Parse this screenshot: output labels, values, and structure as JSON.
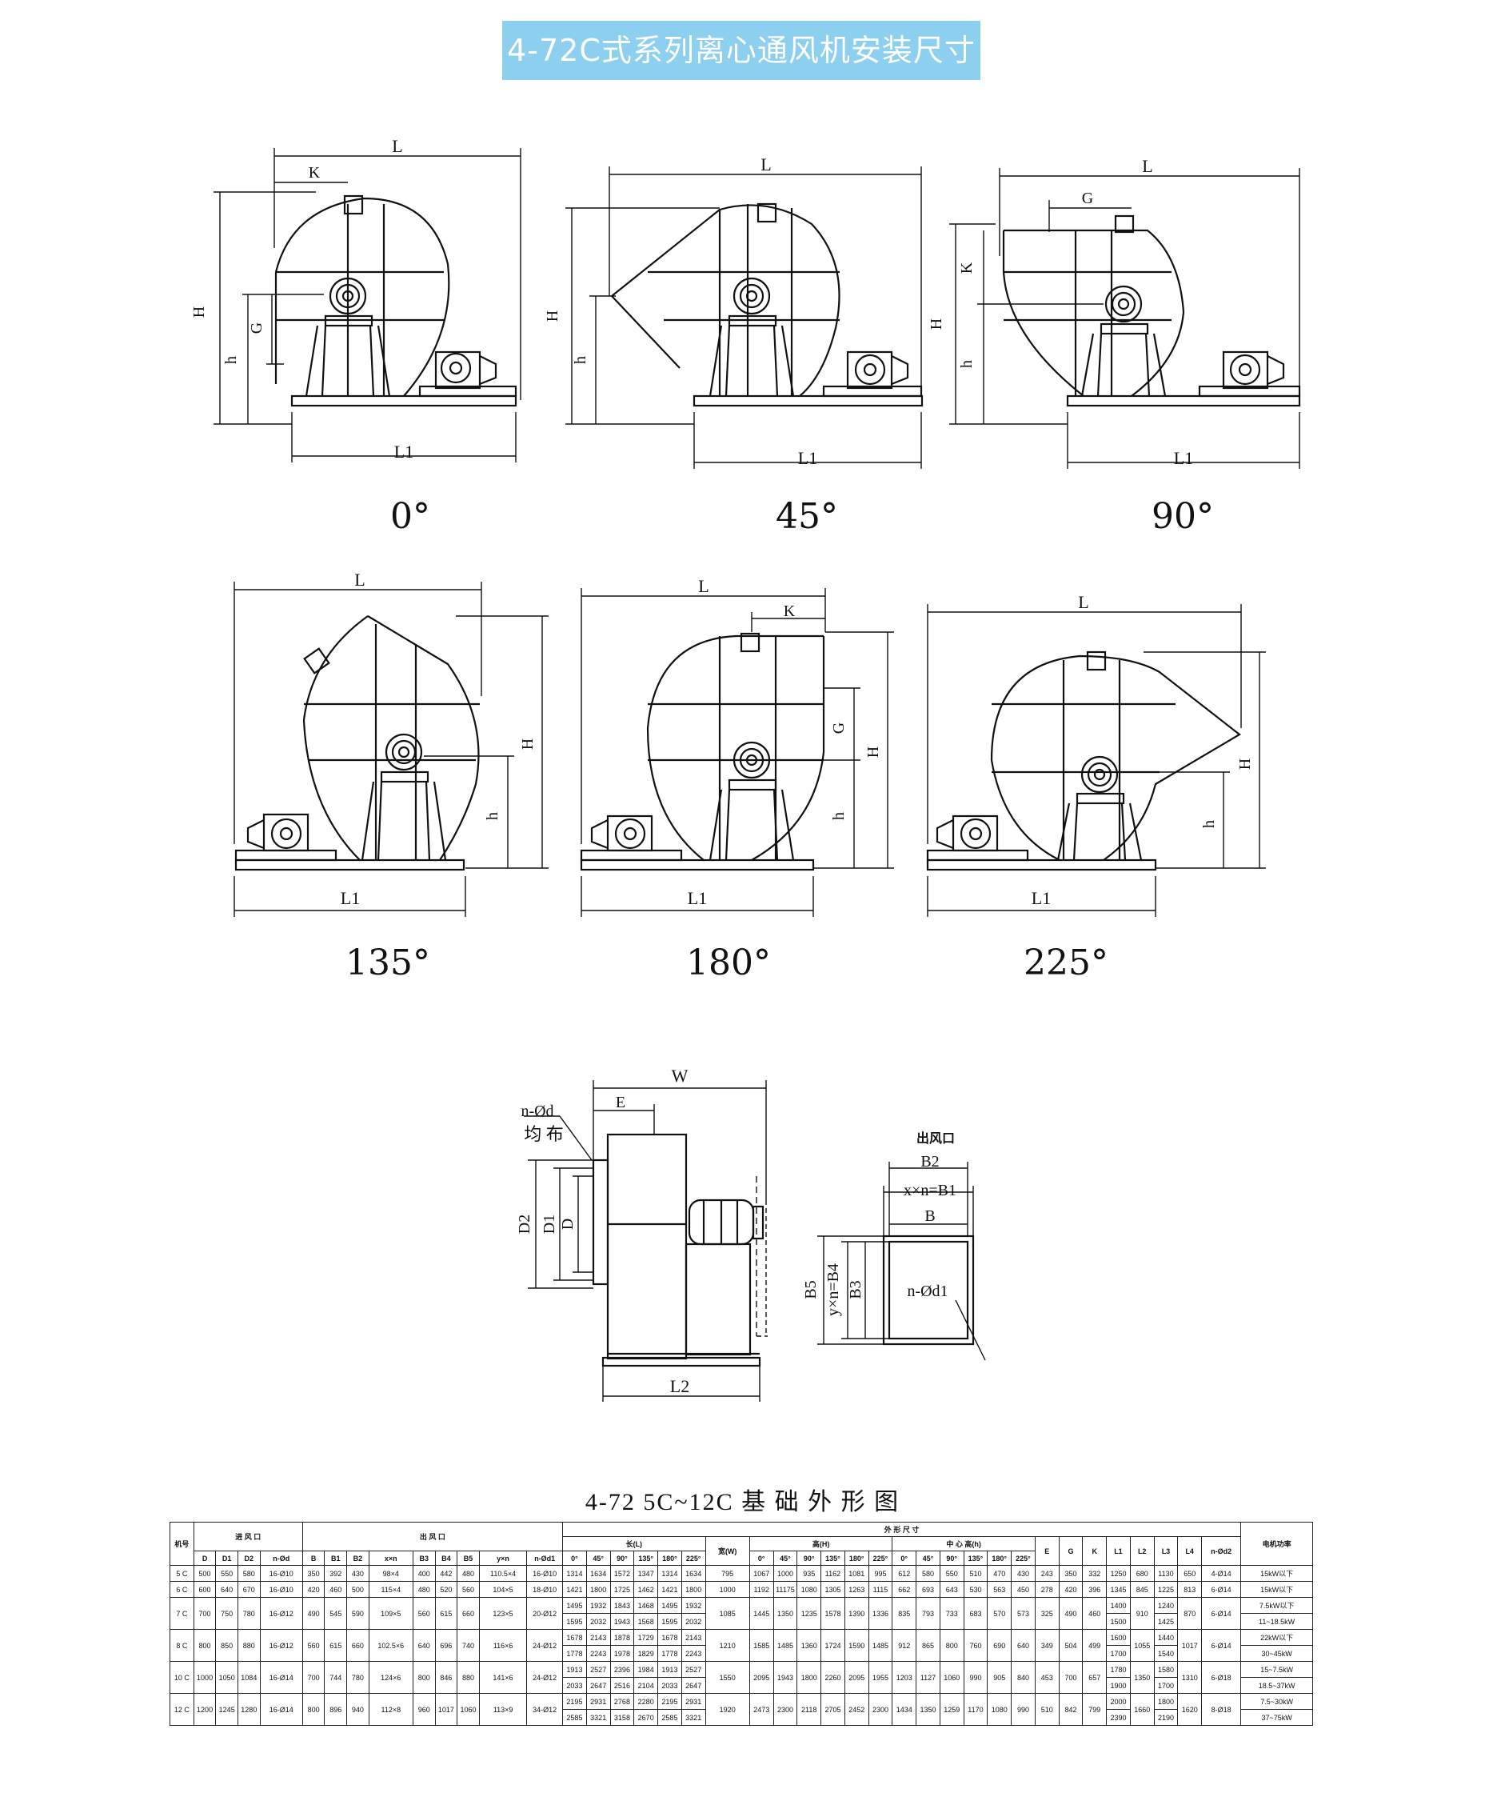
{
  "title": "4-72C式系列离心通风机安装尺寸图标",
  "drawing_labels": {
    "L": "L",
    "L1": "L1",
    "H": "H",
    "h": "h",
    "G": "G",
    "K": "K",
    "W": "W",
    "E": "E",
    "L2": "L2",
    "D": "D",
    "D1": "D1",
    "D2": "D2",
    "nd": "n-Ød",
    "uniform": "均 布",
    "outlet": "出风口",
    "B": "B",
    "B2": "B2",
    "xnB1": "x×n=B1",
    "B3": "B3",
    "B5": "B5",
    "ynB4": "y×n=B4",
    "nd1": "n-Ød1"
  },
  "angles": [
    "0°",
    "45°",
    "90°",
    "135°",
    "180°",
    "225°"
  ],
  "table_title": "4-72  5C~12C 基 础 外 形 图",
  "table": {
    "h_machine": "机号",
    "h_inlet": "进 风 口",
    "h_outlet": "出  风  口",
    "h_outline": "外  形  尺  寸",
    "h_length": "长(L)",
    "h_width": "宽(W)",
    "h_height": "高(H)",
    "h_center": "中 心 高(h)",
    "h_motor": "电机功率",
    "inlet_cols": [
      "D",
      "D1",
      "D2",
      "n-Ød"
    ],
    "outlet_cols": [
      "B",
      "B1",
      "B2",
      "x×n",
      "B3",
      "B4",
      "B5",
      "y×n",
      "n-Ød1"
    ],
    "angle_cols": [
      "0°",
      "45°",
      "90°",
      "135°",
      "180°",
      "225°"
    ],
    "tail_cols": [
      "E",
      "G",
      "K",
      "L1",
      "L2",
      "L3",
      "L4",
      "n-Ød2"
    ],
    "rows": [
      {
        "no": "5 C",
        "inlet": [
          "500",
          "550",
          "580",
          "16-Ø10"
        ],
        "outlet": [
          "350",
          "392",
          "430",
          "98×4",
          "400",
          "442",
          "480",
          "110.5×4",
          "16-Ø10"
        ],
        "length": [
          [
            "1314",
            "1634",
            "1572",
            "1347",
            "1314",
            "1634"
          ]
        ],
        "width": "795",
        "height": [
          "1067",
          "1000",
          "935",
          "1162",
          "1081",
          "995"
        ],
        "center": [
          "612",
          "580",
          "550",
          "510",
          "470",
          "430"
        ],
        "tail": [
          "243",
          "350",
          "332",
          "1250",
          "680",
          "1130",
          "650",
          "4-Ø14"
        ],
        "motor": [
          "15kW以下"
        ]
      },
      {
        "no": "6 C",
        "inlet": [
          "600",
          "640",
          "670",
          "16-Ø10"
        ],
        "outlet": [
          "420",
          "460",
          "500",
          "115×4",
          "480",
          "520",
          "560",
          "104×5",
          "18-Ø10"
        ],
        "length": [
          [
            "1421",
            "1800",
            "1725",
            "1462",
            "1421",
            "1800"
          ]
        ],
        "width": "1000",
        "height": [
          "1192",
          "11175",
          "1080",
          "1305",
          "1263",
          "1115"
        ],
        "center": [
          "662",
          "693",
          "643",
          "530",
          "563",
          "450"
        ],
        "tail": [
          "278",
          "420",
          "396",
          "1345",
          "845",
          "1225",
          "813",
          "6-Ø14"
        ],
        "motor": [
          "15kW以下"
        ]
      },
      {
        "no": "7 C",
        "inlet": [
          "700",
          "750",
          "780",
          "16-Ø12"
        ],
        "outlet": [
          "490",
          "545",
          "590",
          "109×5",
          "560",
          "615",
          "660",
          "123×5",
          "20-Ø12"
        ],
        "length": [
          [
            "1495",
            "1932",
            "1843",
            "1468",
            "1495",
            "1932"
          ],
          [
            "1595",
            "2032",
            "1943",
            "1568",
            "1595",
            "2032"
          ]
        ],
        "width": "1085",
        "height": [
          "1445",
          "1350",
          "1235",
          "1578",
          "1390",
          "1336"
        ],
        "center": [
          "835",
          "793",
          "733",
          "683",
          "570",
          "573"
        ],
        "tail": [
          "325",
          "490",
          "460",
          [
            "1400",
            "1500"
          ],
          "910",
          [
            "1240",
            "1425"
          ],
          "870",
          "6-Ø14"
        ],
        "motor": [
          "7.5kW以下",
          "11~18.5kW"
        ]
      },
      {
        "no": "8 C",
        "inlet": [
          "800",
          "850",
          "880",
          "16-Ø12"
        ],
        "outlet": [
          "560",
          "615",
          "660",
          "102.5×6",
          "640",
          "696",
          "740",
          "116×6",
          "24-Ø12"
        ],
        "length": [
          [
            "1678",
            "2143",
            "1878",
            "1729",
            "1678",
            "2143"
          ],
          [
            "1778",
            "2243",
            "1978",
            "1829",
            "1778",
            "2243"
          ]
        ],
        "width": "1210",
        "height": [
          "1585",
          "1485",
          "1360",
          "1724",
          "1590",
          "1485"
        ],
        "center": [
          "912",
          "865",
          "800",
          "760",
          "690",
          "640"
        ],
        "tail": [
          "349",
          "504",
          "499",
          [
            "1600",
            "1700"
          ],
          "1055",
          [
            "1440",
            "1540"
          ],
          "1017",
          "6-Ø14"
        ],
        "motor": [
          "22kW以下",
          "30~45kW"
        ]
      },
      {
        "no": "10 C",
        "inlet": [
          "1000",
          "1050",
          "1084",
          "16-Ø14"
        ],
        "outlet": [
          "700",
          "744",
          "780",
          "124×6",
          "800",
          "846",
          "880",
          "141×6",
          "24-Ø12"
        ],
        "length": [
          [
            "1913",
            "2527",
            "2396",
            "1984",
            "1913",
            "2527"
          ],
          [
            "2033",
            "2647",
            "2516",
            "2104",
            "2033",
            "2647"
          ]
        ],
        "width": "1550",
        "height": [
          "2095",
          "1943",
          "1800",
          "2260",
          "2095",
          "1955"
        ],
        "center": [
          "1203",
          "1127",
          "1060",
          "990",
          "905",
          "840"
        ],
        "tail": [
          "453",
          "700",
          "657",
          [
            "1780",
            "1900"
          ],
          "1350",
          [
            "1580",
            "1700"
          ],
          "1310",
          "6-Ø18"
        ],
        "motor": [
          "15~7.5kW",
          "18.5~37kW"
        ]
      },
      {
        "no": "12 C",
        "inlet": [
          "1200",
          "1245",
          "1280",
          "16-Ø14"
        ],
        "outlet": [
          "800",
          "896",
          "940",
          "112×8",
          "960",
          "1017",
          "1060",
          "113×9",
          "34-Ø12"
        ],
        "length": [
          [
            "2195",
            "2931",
            "2768",
            "2280",
            "2195",
            "2931"
          ],
          [
            "2585",
            "3321",
            "3158",
            "2670",
            "2585",
            "3321"
          ]
        ],
        "width": "1920",
        "height": [
          "2473",
          "2300",
          "2118",
          "2705",
          "2452",
          "2300"
        ],
        "center": [
          "1434",
          "1350",
          "1259",
          "1170",
          "1080",
          "990"
        ],
        "tail": [
          "510",
          "842",
          "799",
          [
            "2000",
            "2390"
          ],
          "1660",
          [
            "1800",
            "2190"
          ],
          "1620",
          "8-Ø18"
        ],
        "motor": [
          "7.5~30kW",
          "37~75kW"
        ]
      }
    ]
  }
}
